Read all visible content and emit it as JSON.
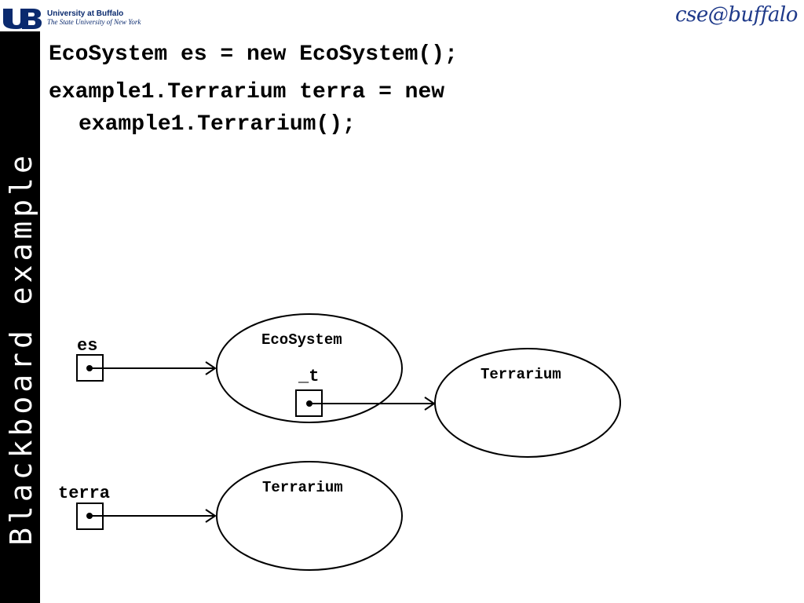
{
  "header": {
    "university_name": "University at Buffalo",
    "university_subtitle": "The State University of New York",
    "cse_logo": "cse@buffalo"
  },
  "sidebar": {
    "title": "Blackboard example"
  },
  "code": {
    "line1": "EcoSystem es = new EcoSystem();",
    "line2": "example1.Terrarium terra = new",
    "line3": "example1.Terrarium();"
  },
  "diagram": {
    "variables": {
      "es": "es",
      "terra": "terra"
    },
    "objects": {
      "ecosystem": "EcoSystem",
      "ecosystem_field": "_t",
      "terrarium_1": "Terrarium",
      "terrarium_2": "Terrarium"
    }
  }
}
